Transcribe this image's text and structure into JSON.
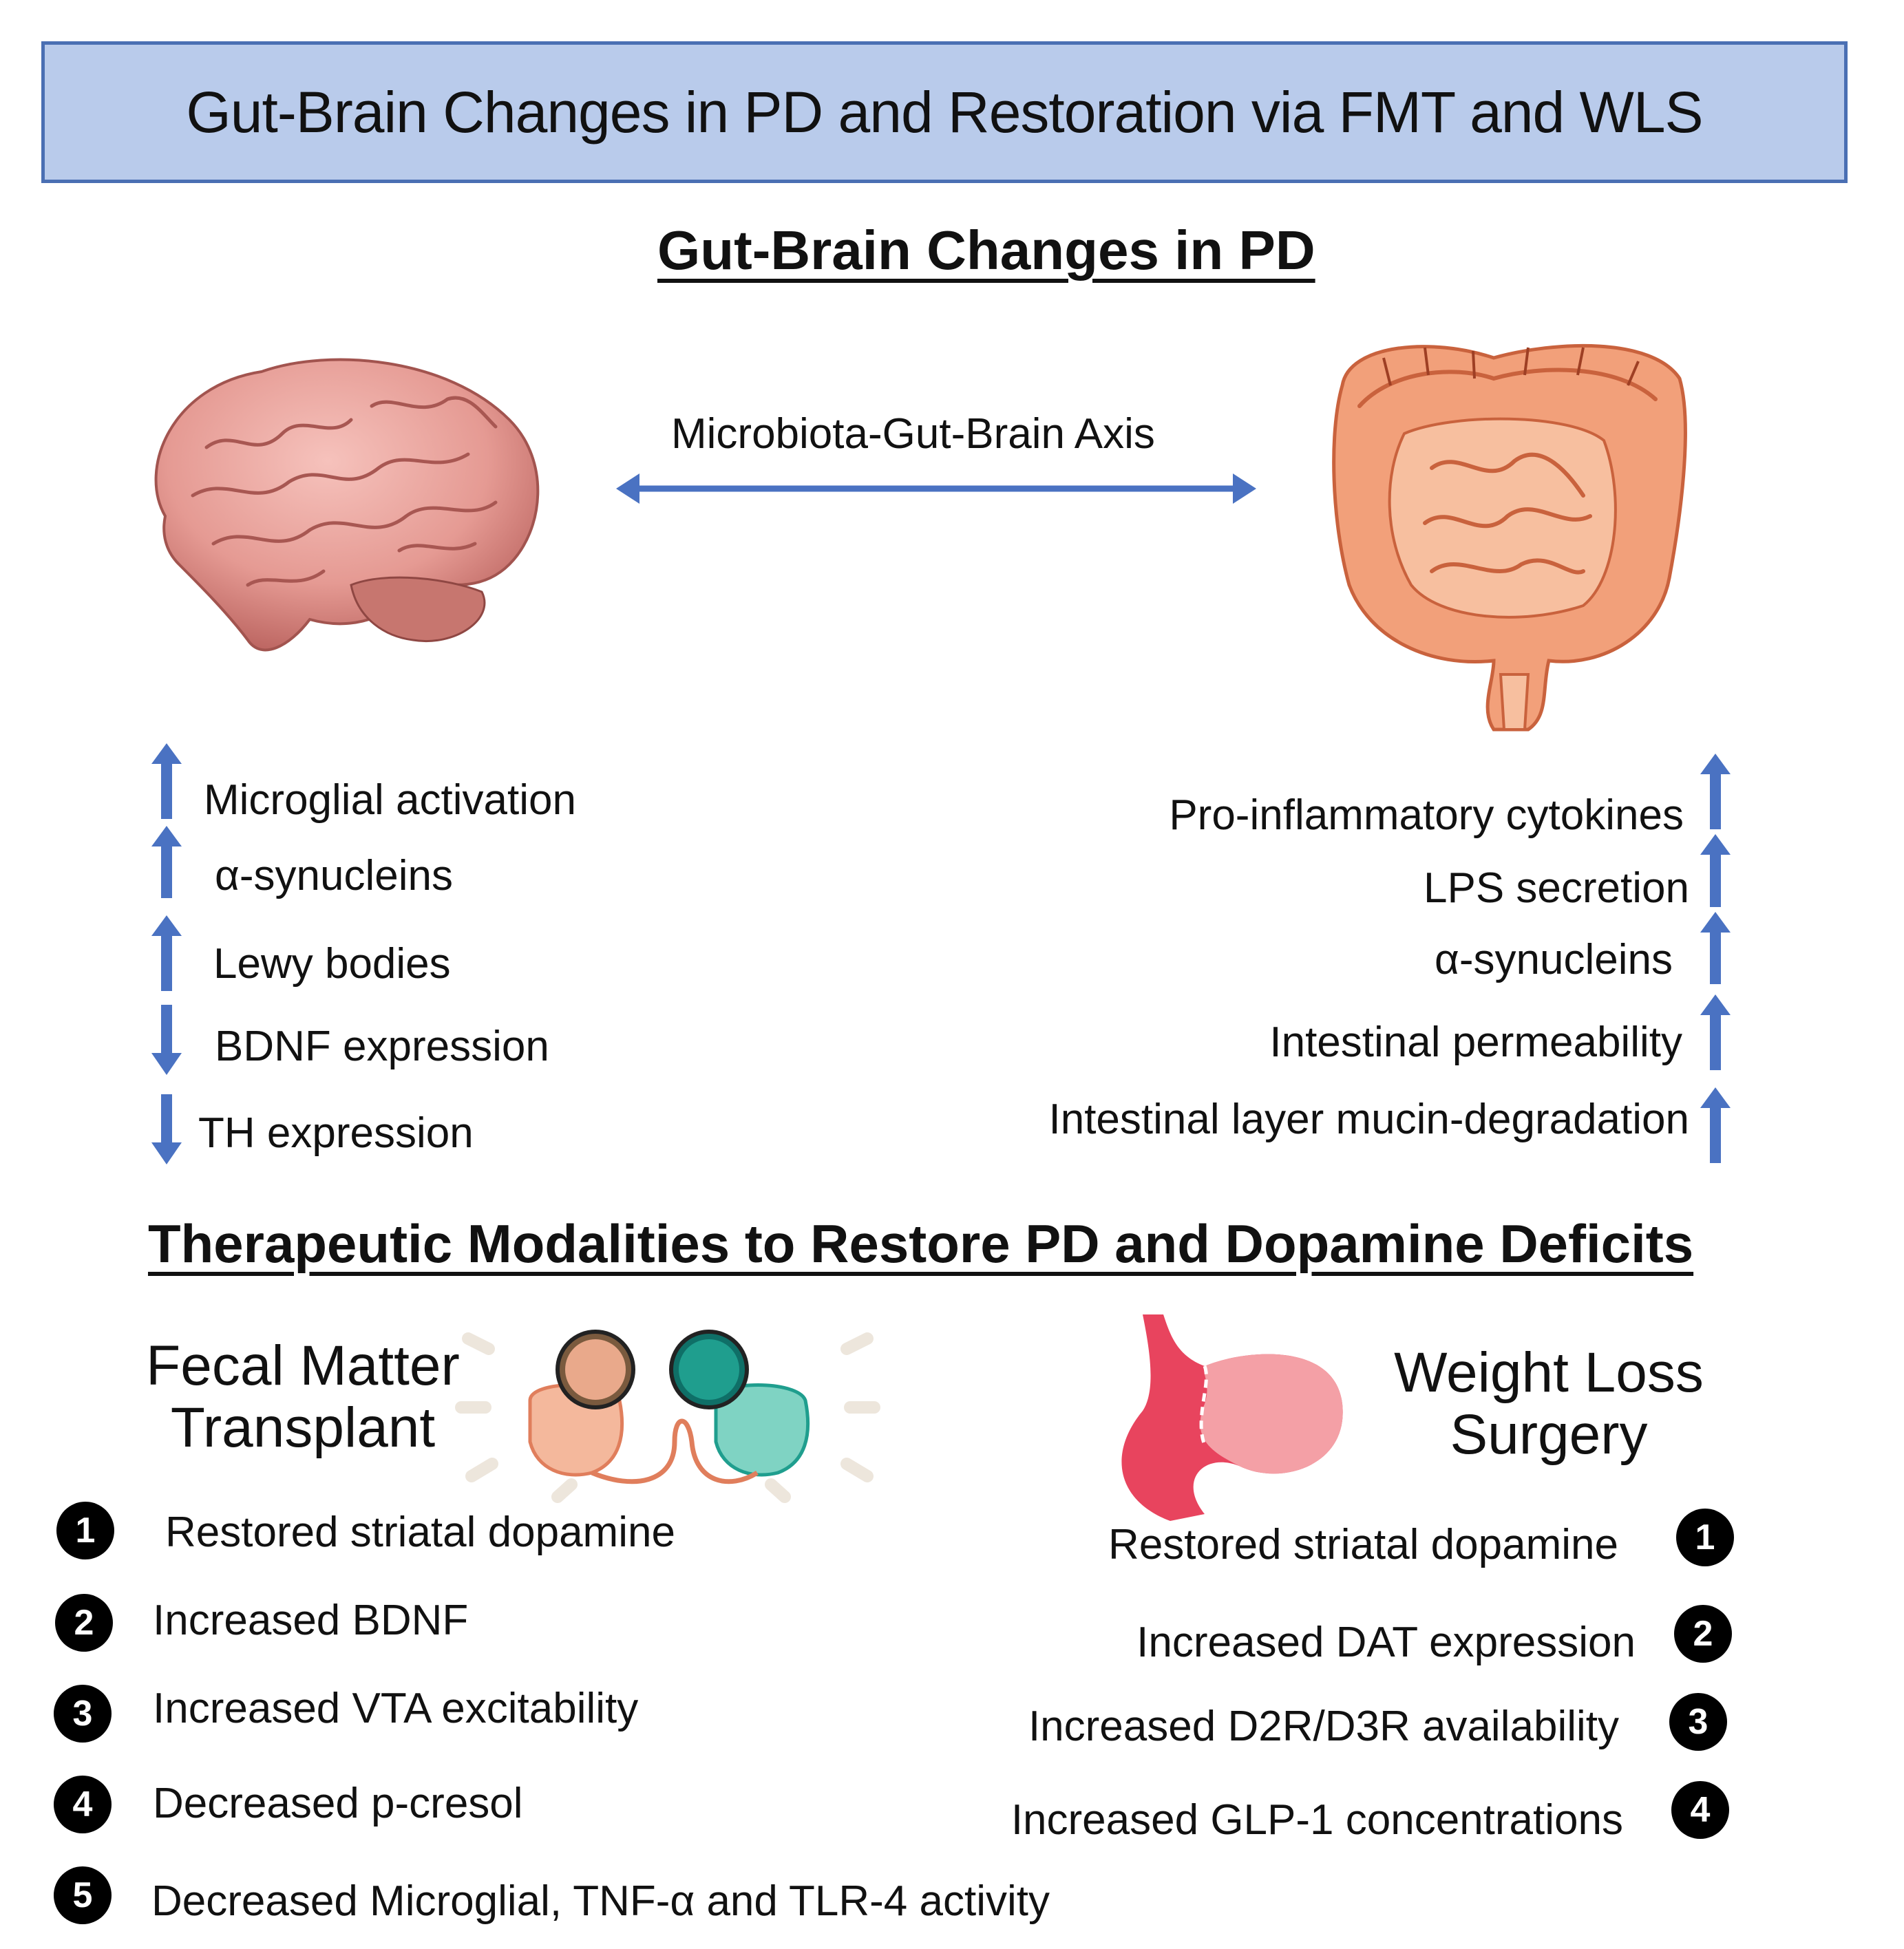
{
  "title": "Gut-Brain Changes in PD and Restoration via FMT and WLS",
  "section1_heading": "Gut-Brain Changes in PD",
  "axis_label": "Microbiota-Gut-Brain Axis",
  "brain_markers": [
    {
      "label": "Microglial activation",
      "direction": "up"
    },
    {
      "label": "α-synucleins",
      "direction": "up"
    },
    {
      "label": "Lewy bodies",
      "direction": "up"
    },
    {
      "label": "BDNF expression",
      "direction": "down"
    },
    {
      "label": "TH expression",
      "direction": "down"
    }
  ],
  "gut_markers": [
    {
      "label": "Pro-inflammatory cytokines",
      "direction": "up"
    },
    {
      "label": "LPS secretion",
      "direction": "up"
    },
    {
      "label": "α-synucleins",
      "direction": "up"
    },
    {
      "label": "Intestinal permeability",
      "direction": "up"
    },
    {
      "label": "Intestinal layer mucin-degradation",
      "direction": "up"
    }
  ],
  "section2_heading": "Therapeutic Modalities to Restore PD and Dopamine Deficits",
  "fmt": {
    "title_line1": "Fecal Matter",
    "title_line2": "Transplant",
    "items": [
      {
        "num": "1",
        "text": "Restored striatal dopamine"
      },
      {
        "num": "2",
        "text": "Increased BDNF"
      },
      {
        "num": "3",
        "text": "Increased VTA excitability"
      },
      {
        "num": "4",
        "text": "Decreased p-cresol"
      },
      {
        "num": "5",
        "text": "Decreased Microglial, TNF-α and TLR-4 activity"
      }
    ]
  },
  "wls": {
    "title_line1": "Weight Loss",
    "title_line2": "Surgery",
    "items": [
      {
        "num": "1",
        "text": "Restored striatal dopamine"
      },
      {
        "num": "2",
        "text": "Increased DAT expression"
      },
      {
        "num": "3",
        "text": "Increased D2R/D3R availability"
      },
      {
        "num": "4",
        "text": "Increased GLP-1 concentrations"
      }
    ]
  },
  "colors": {
    "banner_fill": "#b9cbeb",
    "banner_border": "#4a6fb3",
    "arrow_blue": "#4a72c2",
    "brain_pink": "#e59a93",
    "gut_orange": "#f2a07a",
    "stomach_red": "#e8445e",
    "fmt_teal": "#1f9e8e"
  },
  "icons": [
    "double-arrow-icon",
    "up-arrow-icon",
    "down-arrow-icon",
    "brain-icon",
    "intestine-icon",
    "fmt-illustration-icon",
    "stomach-icon"
  ]
}
